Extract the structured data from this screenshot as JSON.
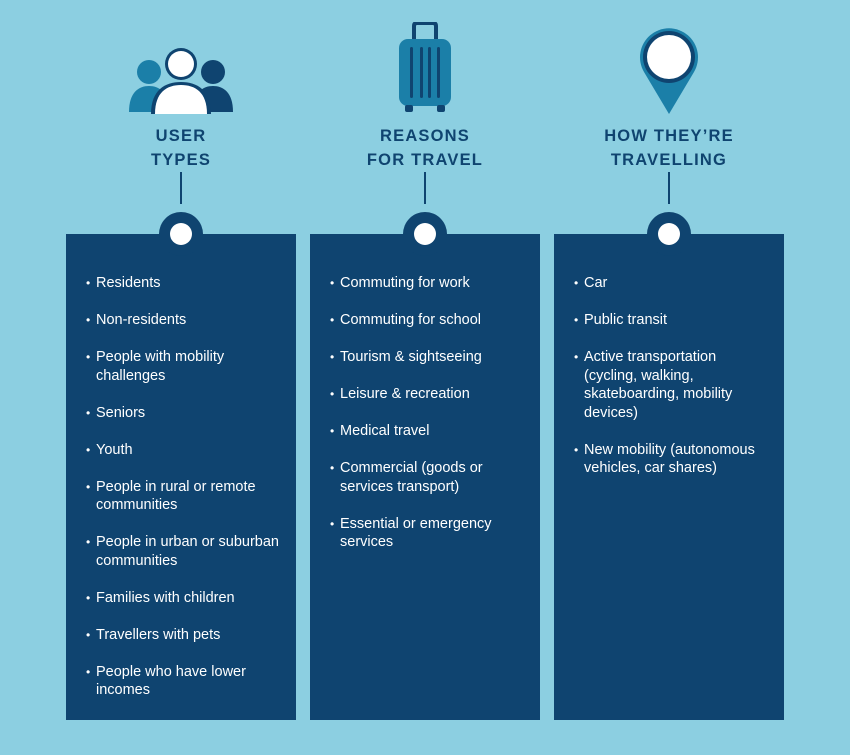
{
  "columns": [
    {
      "id": "user-types",
      "icon": "people-group-icon",
      "heading": [
        "USER",
        "TYPES"
      ],
      "items": [
        "Residents",
        "Non-residents",
        "People with mobility challenges",
        "Seniors",
        "Youth",
        "People in rural or remote communities",
        "People in urban or suburban communities",
        "Families with children",
        "Travellers with pets",
        "People who have lower incomes"
      ]
    },
    {
      "id": "reasons-for-travel",
      "icon": "suitcase-icon",
      "heading": [
        "REASONS",
        "FOR TRAVEL"
      ],
      "items": [
        "Commuting for work",
        "Commuting for school",
        "Tourism & sightseeing",
        "Leisure & recreation",
        "Medical travel",
        "Commercial (goods or services transport)",
        "Essential or emergency services"
      ]
    },
    {
      "id": "how-theyre-travelling",
      "icon": "location-pin-icon",
      "heading": [
        "HOW THEY’RE",
        "TRAVELLING"
      ],
      "items": [
        "Car",
        "Public transit",
        "Active transportation (cycling, walking, skateboarding, mobility devices)",
        "New mobility (autonomous vehicles, car shares)"
      ]
    }
  ],
  "colors": {
    "background": "#8ccfe1",
    "navy": "#0f4470",
    "teal": "#1b7fa8",
    "white": "#ffffff"
  }
}
